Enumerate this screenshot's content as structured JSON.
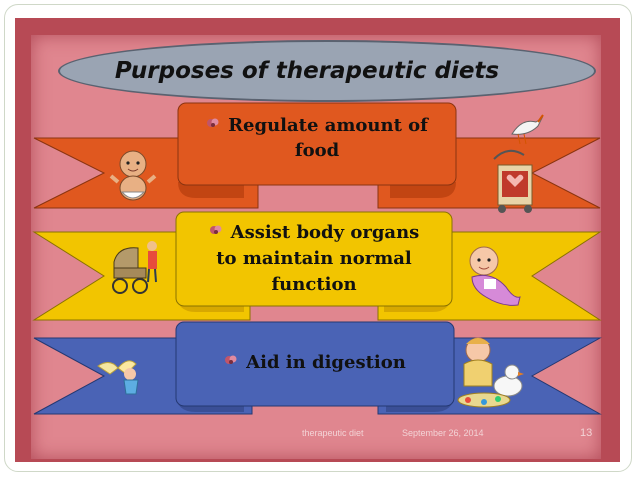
{
  "slide": {
    "title": "Purposes of therapeutic diets",
    "ribbons": [
      {
        "lines": [
          "Regulate amount of",
          "food"
        ],
        "color": "#e0581f"
      },
      {
        "lines": [
          "Assist body organs",
          "to maintain normal",
          "function"
        ],
        "color": "#f2c500"
      },
      {
        "lines": [
          "Aid in digestion"
        ],
        "color": "#4a63b5"
      }
    ],
    "footer": {
      "label": "therapeutic diet",
      "date": "September 26, 2014",
      "page_number": "13"
    },
    "cliparts": [
      "baby-icon",
      "stork-icon",
      "gift-crib-icon",
      "stroller-icon",
      "infant-icon",
      "fairy-icon",
      "children-duck-icon"
    ]
  }
}
